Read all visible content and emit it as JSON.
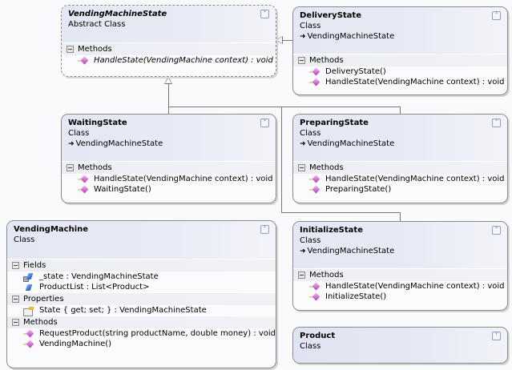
{
  "diagram": {
    "classes": {
      "vendingMachineState": {
        "name": "VendingMachineState",
        "kind": "Abstract Class",
        "sections": [
          {
            "label": "Methods",
            "members": [
              {
                "text": "HandleState(VendingMachine context) : void",
                "icon": "method-icon",
                "italic": true
              }
            ]
          }
        ]
      },
      "deliveryState": {
        "name": "DeliveryState",
        "kind": "Class",
        "base": "VendingMachineState",
        "sections": [
          {
            "label": "Methods",
            "members": [
              {
                "text": "DeliveryState()",
                "icon": "method-icon"
              },
              {
                "text": "HandleState(VendingMachine context) : void",
                "icon": "method-icon"
              }
            ]
          }
        ]
      },
      "waitingState": {
        "name": "WaitingState",
        "kind": "Class",
        "base": "VendingMachineState",
        "sections": [
          {
            "label": "Methods",
            "members": [
              {
                "text": "HandleState(VendingMachine context) : void",
                "icon": "method-icon"
              },
              {
                "text": "WaitingState()",
                "icon": "method-icon"
              }
            ]
          }
        ]
      },
      "preparingState": {
        "name": "PreparingState",
        "kind": "Class",
        "base": "VendingMachineState",
        "sections": [
          {
            "label": "Methods",
            "members": [
              {
                "text": "HandleState(VendingMachine context) : void",
                "icon": "method-icon"
              },
              {
                "text": "PreparingState()",
                "icon": "method-icon"
              }
            ]
          }
        ]
      },
      "vendingMachine": {
        "name": "VendingMachine",
        "kind": "Class",
        "sections": [
          {
            "label": "Fields",
            "members": [
              {
                "text": "_state : VendingMachineState",
                "icon": "private-field-icon"
              },
              {
                "text": "ProductList : List<Product>",
                "icon": "field-icon"
              }
            ]
          },
          {
            "label": "Properties",
            "members": [
              {
                "text": "State { get; set; } : VendingMachineState",
                "icon": "property-icon"
              }
            ]
          },
          {
            "label": "Methods",
            "members": [
              {
                "text": "RequestProduct(string productName, double money) : void",
                "icon": "method-icon"
              },
              {
                "text": "VendingMachine()",
                "icon": "method-icon"
              }
            ]
          }
        ]
      },
      "initializeState": {
        "name": "InitializeState",
        "kind": "Class",
        "base": "VendingMachineState",
        "sections": [
          {
            "label": "Methods",
            "members": [
              {
                "text": "HandleState(VendingMachine context) : void",
                "icon": "method-icon"
              },
              {
                "text": "InitializeState()",
                "icon": "method-icon"
              }
            ]
          }
        ]
      },
      "product": {
        "name": "Product",
        "kind": "Class",
        "collapsed": true
      }
    },
    "glyphs": {
      "collapse": "˄",
      "expand": "˅",
      "inherits_arrow": "➜"
    }
  }
}
